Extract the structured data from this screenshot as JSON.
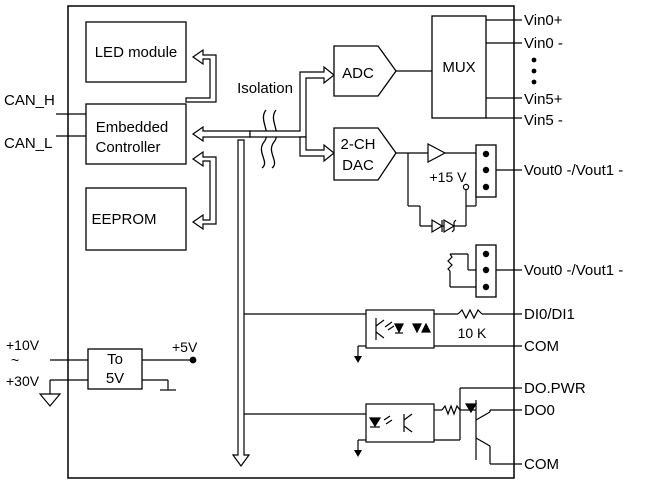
{
  "blocks": {
    "led": "LED module",
    "controller_line1": "Embedded",
    "controller_line2": "Controller",
    "eeprom": "EEPROM",
    "isolation": "Isolation",
    "adc": "ADC",
    "dac_line1": "2-CH",
    "dac_line2": "DAC",
    "mux": "MUX",
    "regulator_line1": "To",
    "regulator_line2": "5V",
    "plus15v": "+15 V",
    "resistor": "10 K"
  },
  "left_labels": {
    "can_h": "CAN_H",
    "can_l": "CAN_L",
    "supply_high": "+10V",
    "supply_tilde": "~",
    "supply_low": "+30V",
    "plus5v": "+5V"
  },
  "right_labels": {
    "vin0p": "Vin0+",
    "vin0n": "Vin0 -",
    "vin5p": "Vin5+",
    "vin5n": "Vin5 -",
    "vout_a": "Vout0 -/Vout1 -",
    "vout_b": "Vout0 -/Vout1 -",
    "di": "DI0/DI1",
    "com_di": "COM",
    "dopwr": "DO.PWR",
    "do0": "DO0",
    "com_do": "COM"
  },
  "colors": {
    "line": "#000000",
    "fill": "#ffffff",
    "arrow_fill": "#ffffff"
  }
}
